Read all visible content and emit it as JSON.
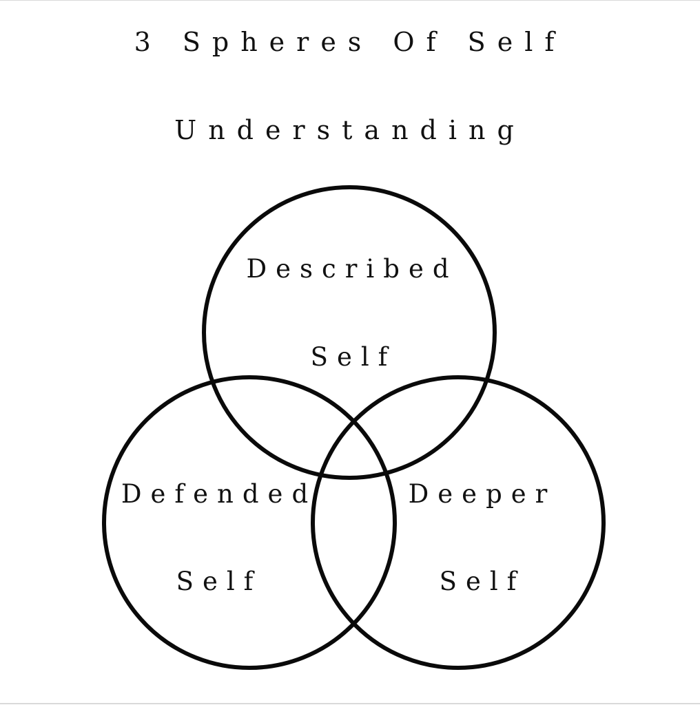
{
  "title": {
    "line1": "3 Spheres Of Self",
    "line2": "Understanding"
  },
  "spheres": [
    {
      "id": "described",
      "line1": "Described",
      "line2": "Self"
    },
    {
      "id": "defended",
      "line1": "Defended",
      "line2": "Self"
    },
    {
      "id": "deeper",
      "line1": "Deeper",
      "line2": "Self"
    }
  ],
  "colors": {
    "background": "#ffffff",
    "stroke": "#0a0a0a",
    "text": "#111111"
  }
}
